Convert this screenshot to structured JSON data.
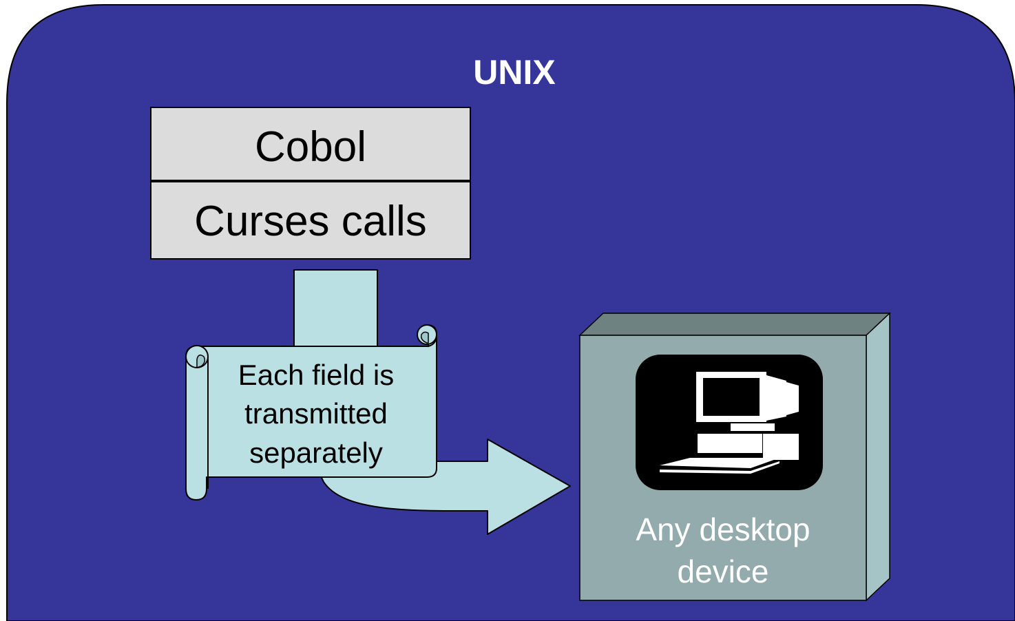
{
  "diagram": {
    "container_label": "UNIX",
    "stack": {
      "top_layer": "Cobol",
      "bottom_layer": "Curses calls"
    },
    "scroll_note": {
      "lines": [
        "Each field is",
        "transmitted",
        "separately"
      ]
    },
    "device": {
      "icon": "desktop-computer-icon",
      "label_lines": [
        "Any desktop",
        "device"
      ]
    }
  },
  "colors": {
    "container_fill": "#35359A",
    "layer_fill": "#DCDCDC",
    "arrow_fill": "#BAE0E4",
    "device_front": "#93ABAD",
    "device_top": "#6E8282",
    "device_side": "#A4C4C6",
    "icon_bg": "#000000",
    "label_on_dark": "#FFFFFF"
  }
}
